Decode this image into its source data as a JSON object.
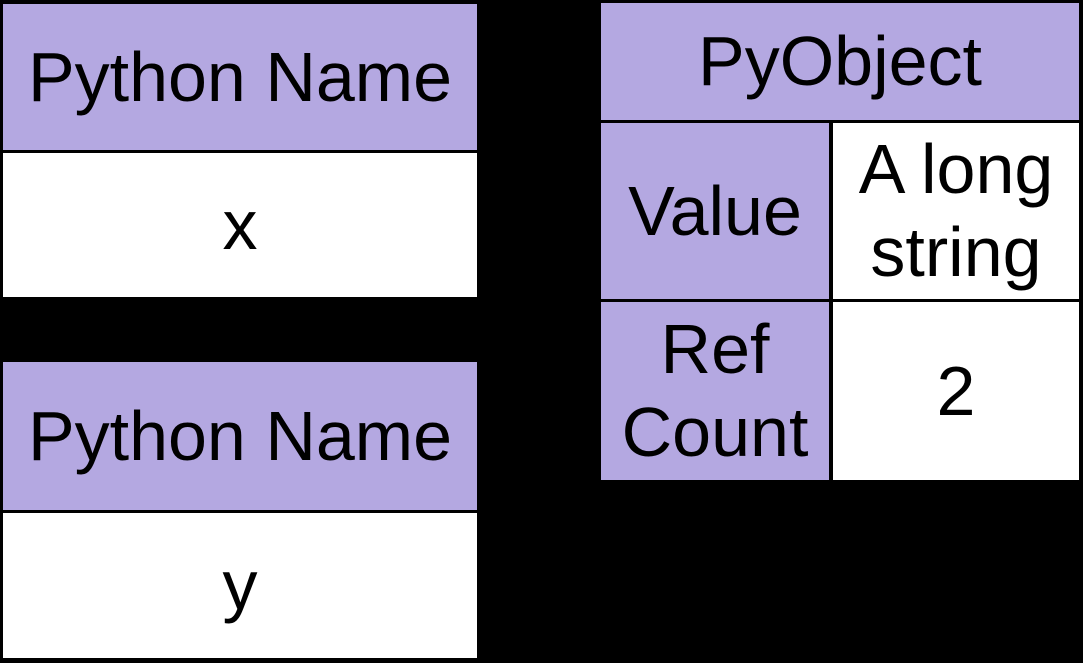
{
  "colors": {
    "background": "#000000",
    "header_fill": "#b4a8e1",
    "cell_fill": "#ffffff",
    "border": "#000000",
    "text": "#000000"
  },
  "name_table_x": {
    "header": "Python Name",
    "name": "x"
  },
  "name_table_y": {
    "header": "Python Name",
    "name": "y"
  },
  "pyobject_table": {
    "title": "PyObject",
    "rows": [
      {
        "label": "Value",
        "value": "A long string"
      },
      {
        "label": "Ref Count",
        "value": "2"
      }
    ]
  }
}
